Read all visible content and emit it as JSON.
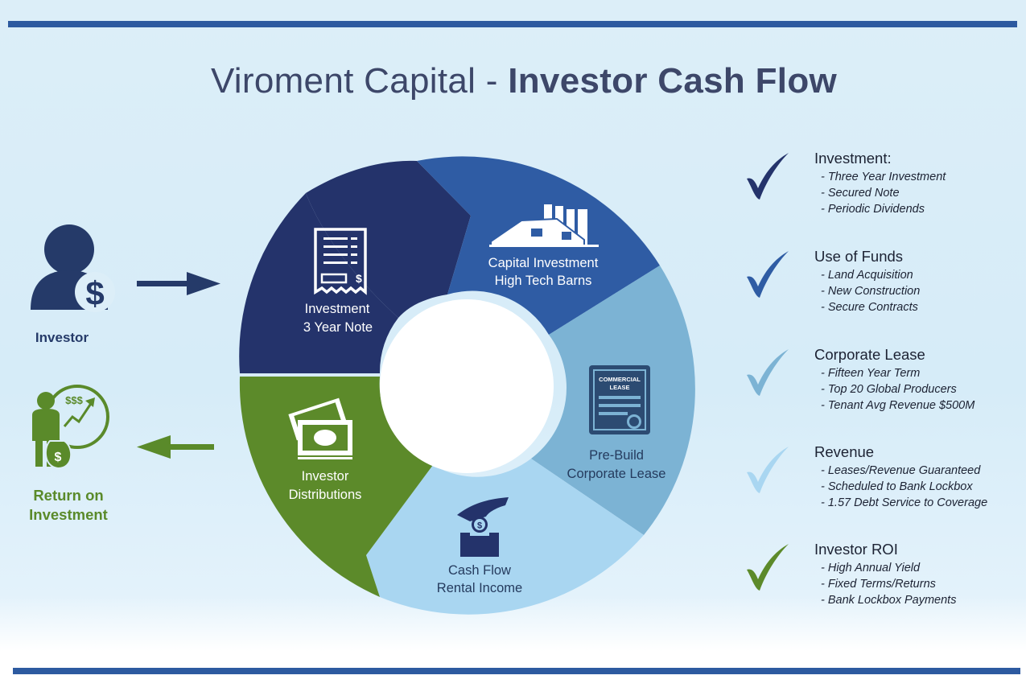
{
  "title": {
    "light": "Viroment Capital - ",
    "bold": "Investor Cash Flow"
  },
  "investor": {
    "label": "Investor"
  },
  "roi": {
    "label_line1": "Return on",
    "label_line2": "Investment"
  },
  "cycle": [
    {
      "line1": "Investment",
      "line2": "3 Year Note",
      "color": "#24336b",
      "icon": "receipt-icon"
    },
    {
      "line1": "Capital Investment",
      "line2": "High Tech Barns",
      "color": "#2f5ca4",
      "icon": "barn-buildings-icon"
    },
    {
      "line1": "Pre-Build",
      "line2": "Corporate Lease",
      "color": "#7cb3d4",
      "icon": "lease-document-icon",
      "subicon_line1": "COMMERCIAL",
      "subicon_line2": "LEASE"
    },
    {
      "line1": "Cash Flow",
      "line2": "Rental Income",
      "color": "#a9d6f1",
      "icon": "coin-deposit-icon"
    },
    {
      "line1": "Investor",
      "line2": "Distributions",
      "color": "#5c8a2a",
      "icon": "cash-stack-icon"
    }
  ],
  "checklist": [
    {
      "heading": "Investment:",
      "color": "#24336b",
      "items": [
        " -  Three Year Investment",
        " - Secured Note",
        " - Periodic Dividends"
      ]
    },
    {
      "heading": "Use of Funds",
      "color": "#2f5ca4",
      "items": [
        " - Land Acquisition",
        " - New Construction",
        " - Secure Contracts"
      ]
    },
    {
      "heading": "Corporate Lease",
      "color": "#7cb3d4",
      "items": [
        " - Fifteen Year Term",
        " - Top 20 Global Producers",
        " - Tenant Avg Revenue $500M"
      ]
    },
    {
      "heading": "Revenue",
      "color": "#a9d6f1",
      "items": [
        " - Leases/Revenue Guaranteed",
        " - Scheduled to Bank Lockbox",
        " - 1.57 Debt Service to Coverage"
      ]
    },
    {
      "heading": "Investor ROI",
      "color": "#5c8a2a",
      "items": [
        " - High Annual Yield",
        " - Fixed Terms/Returns",
        " - Bank Lockbox Payments"
      ]
    }
  ],
  "icons": {
    "investor": "investor-dollar-icon",
    "roi": "investor-growth-icon",
    "arrow_right": "arrow-right-icon",
    "arrow_left": "arrow-left-icon",
    "check": "checkmark-icon",
    "money_symbol": "$",
    "money_symbol_triple": "$$$"
  }
}
